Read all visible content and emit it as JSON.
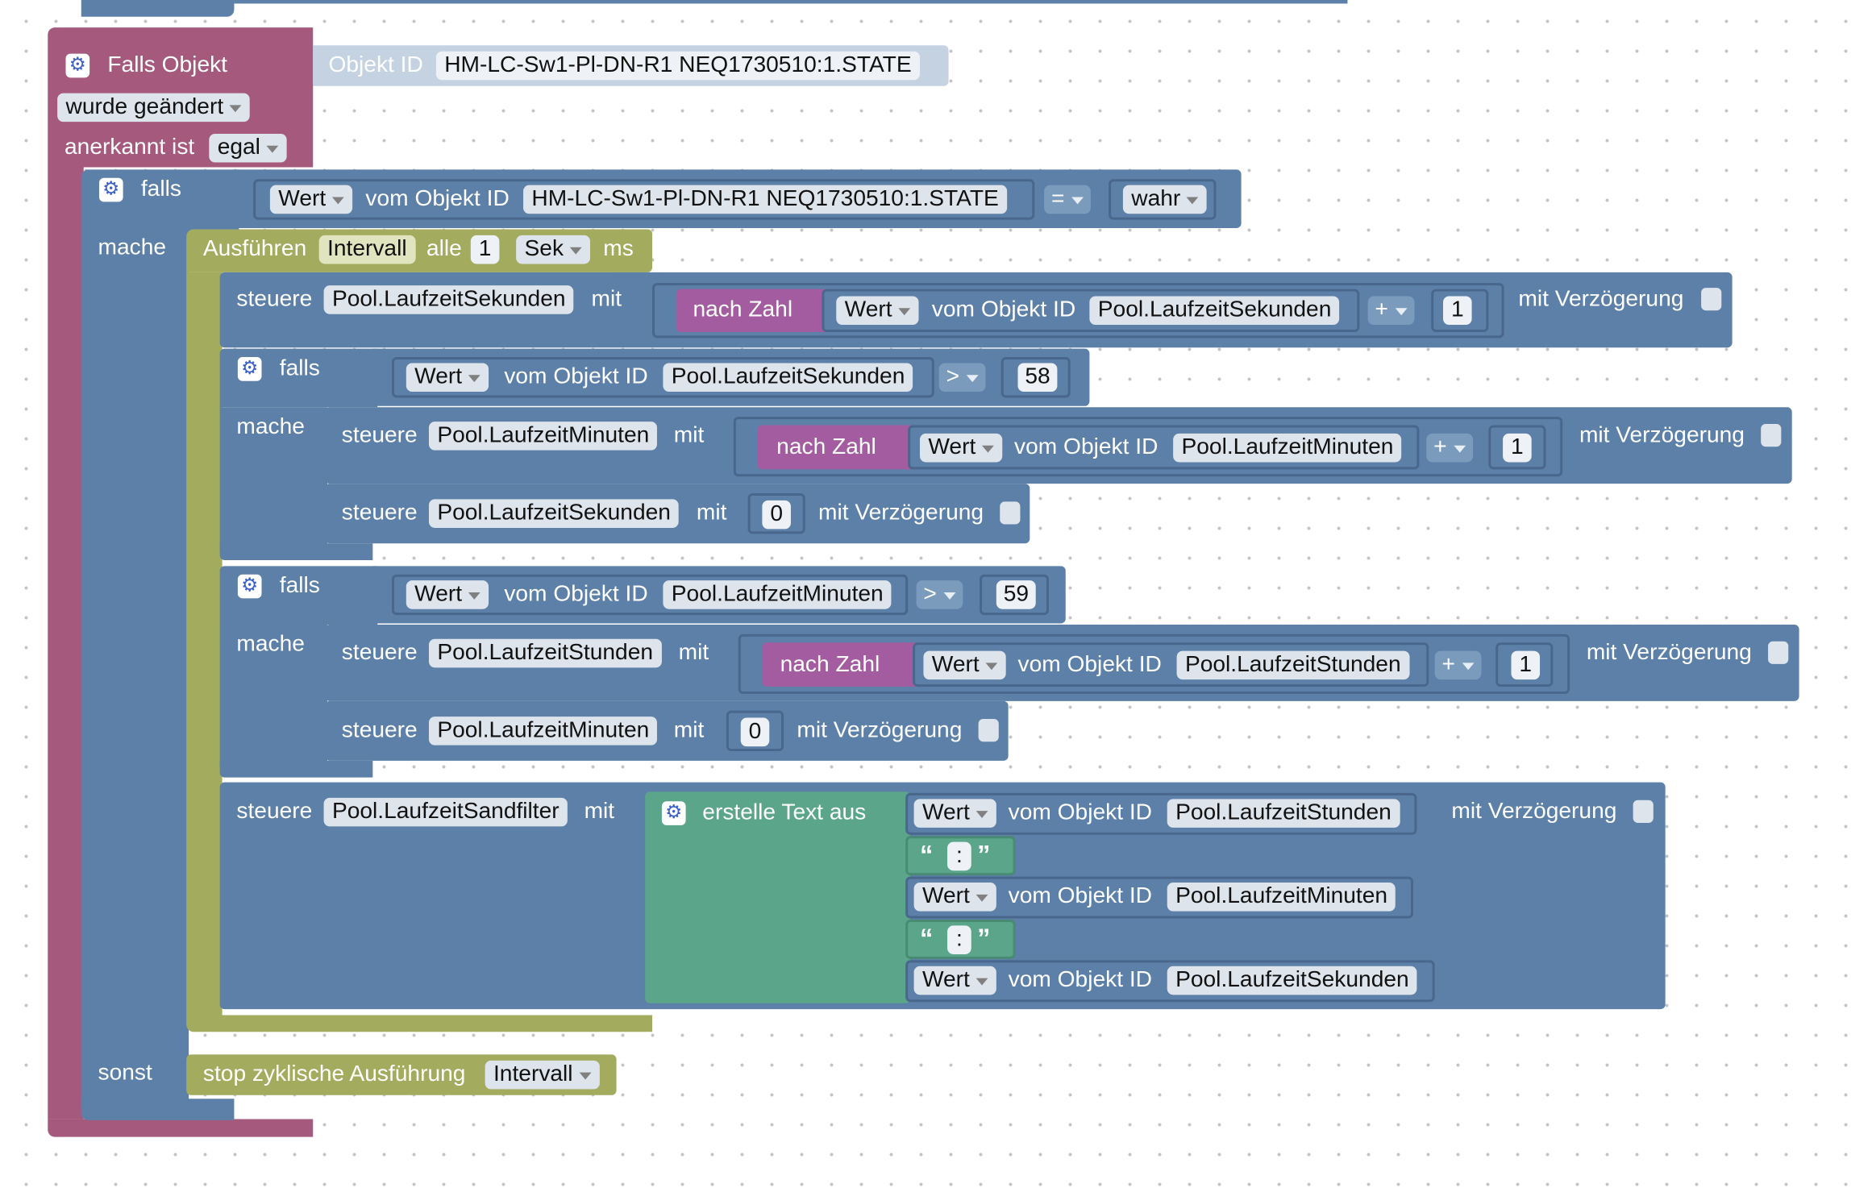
{
  "trigger": {
    "title": "Falls Objekt",
    "objekt_id_label": "Objekt ID",
    "objekt_id": "HM-LC-Sw1-Pl-DN-R1 NEQ1730510:1.STATE",
    "changed_option": "wurde geändert",
    "ack_label": "anerkannt ist",
    "ack_option": "egal"
  },
  "labels": {
    "falls": "falls",
    "mache": "mache",
    "sonst": "sonst",
    "steuere": "steuere",
    "mit": "mit",
    "mit_verzoegerung": "mit Verzögerung",
    "wert": "Wert",
    "vom_objekt_id": "vom Objekt ID",
    "nach_zahl": "nach Zahl",
    "plus_op": "+",
    "gt_op": ">",
    "eq_op": "=",
    "wahr": "wahr",
    "erstelle_text": "erstelle Text aus",
    "colon": ":",
    "open_quote": "“",
    "close_quote": "”"
  },
  "interval": {
    "ausfuehren": "Ausführen",
    "name": "Intervall",
    "alle": "alle",
    "value": "1",
    "unit": "Sek",
    "ms": "ms"
  },
  "objects": {
    "state": "HM-LC-Sw1-Pl-DN-R1 NEQ1730510:1.STATE",
    "sekunden": "Pool.LaufzeitSekunden",
    "minuten": "Pool.LaufzeitMinuten",
    "stunden": "Pool.LaufzeitStunden",
    "sandfilter": "Pool.LaufzeitSandfilter"
  },
  "numbers": {
    "one": "1",
    "zero": "0",
    "limit_seconds": "58",
    "limit_minutes": "59"
  },
  "stop": {
    "label": "stop zyklische Ausführung",
    "option": "Intervall"
  },
  "colors": {
    "event_block": "#a5597c",
    "logic_block": "#5c80a8",
    "timer_block": "#a2ab5e",
    "convert_block": "#a45ca0",
    "text_block": "#5ba68a"
  }
}
